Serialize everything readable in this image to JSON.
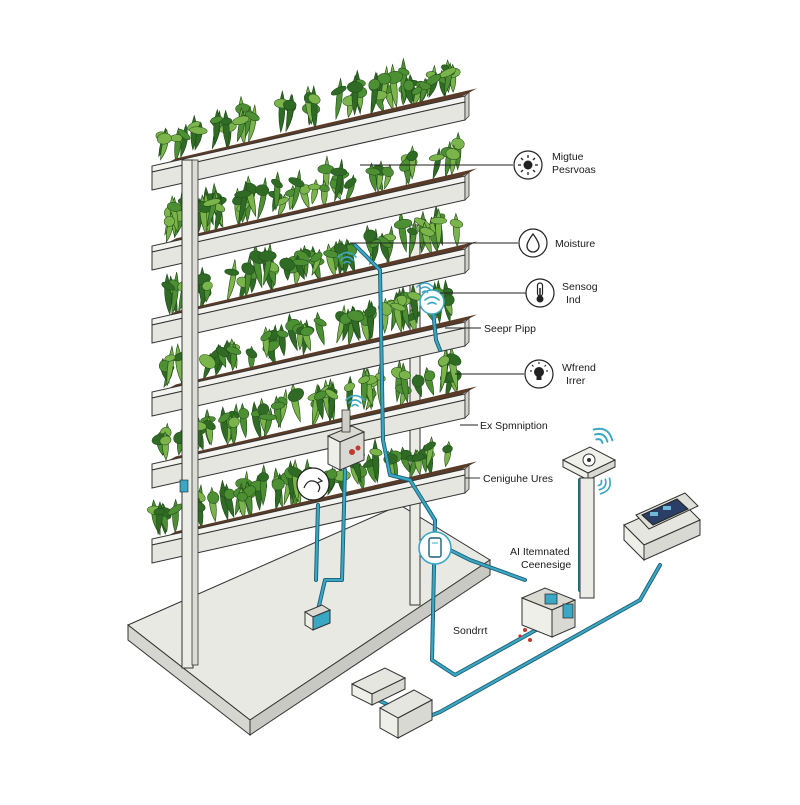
{
  "colors": {
    "leaf_dark": "#2f6b25",
    "leaf_mid": "#4d8f33",
    "leaf_light": "#7ab44a",
    "soil": "#5a3b28",
    "pipe": "#3aa7c4",
    "screen": "#2b3f66"
  },
  "callouts": [
    {
      "id": "sun",
      "icon": "sun-icon",
      "lines": [
        "Migtue",
        "Pesrvoas"
      ]
    },
    {
      "id": "moisture",
      "icon": "water-drop-icon",
      "lines": [
        "Moisture"
      ]
    },
    {
      "id": "thermo",
      "icon": "thermometer-icon",
      "lines": [
        "Sensog",
        "Ind"
      ]
    },
    {
      "id": "pipe",
      "icon": "",
      "lines": [
        "Seepr Pipp"
      ]
    },
    {
      "id": "light",
      "icon": "light-bulb-icon",
      "lines": [
        "Wfrend",
        "Irrer"
      ]
    },
    {
      "id": "spray",
      "icon": "",
      "lines": [
        "Ex Spmniption"
      ]
    },
    {
      "id": "control",
      "icon": "",
      "lines": [
        "Ceniguhe Ures"
      ]
    },
    {
      "id": "ai",
      "icon": "",
      "lines": [
        "AI Itemnated",
        "Ceenesige"
      ]
    },
    {
      "id": "sondrrt",
      "icon": "",
      "lines": [
        "Sondrrt"
      ]
    }
  ]
}
